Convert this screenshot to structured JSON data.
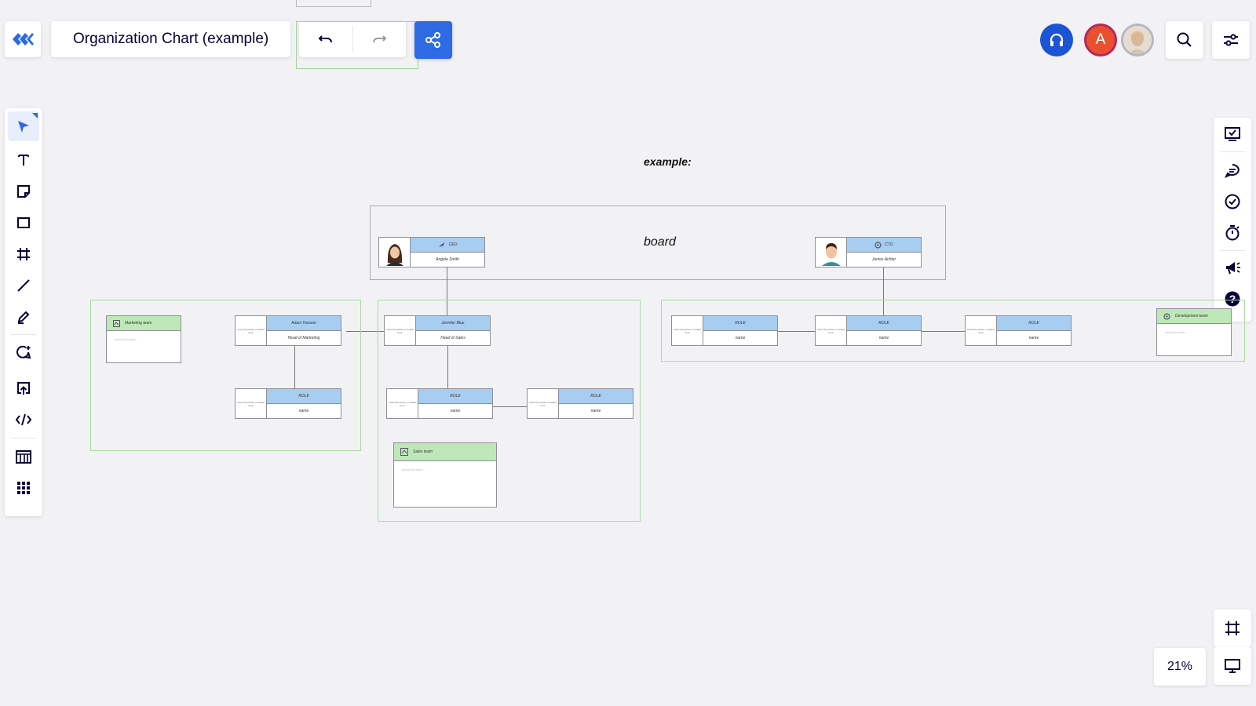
{
  "header": {
    "board_title": "Organization Chart (example)",
    "user_initial": "A"
  },
  "toolbar_left": {
    "tools": [
      "select-icon",
      "text-icon",
      "sticky-note-icon",
      "shape-icon",
      "frame-icon",
      "line-icon",
      "pen-icon",
      "comment-add-icon",
      "upload-icon",
      "embed-icon",
      "templates-icon",
      "apps-icon"
    ]
  },
  "toolbar_right": {
    "tools": [
      "activity-icon",
      "chat-icon",
      "check-icon",
      "timer-icon",
      "announce-icon",
      "help-icon"
    ]
  },
  "zoom": "21%",
  "canvas": {
    "heading": "example:",
    "board_frame": {
      "label": "board",
      "ceo": {
        "role": "CEO",
        "name": "Angela Smith"
      },
      "cto": {
        "role": "CTO",
        "name": "James Achter"
      }
    },
    "marketing": {
      "team_title": "Marketing team",
      "team_note": "about the team...",
      "head": {
        "role": "Adam Hanson",
        "name": "Head of Marketing",
        "photo_note": "insert the picture or avatar here"
      },
      "member": {
        "role": "ROLE",
        "name": "name",
        "photo_note": "insert the picture or avatar here"
      }
    },
    "sales": {
      "team_title": "Sales team",
      "team_note": "about the team...",
      "head": {
        "role": "Jennifer Blue",
        "name": "Head of Sales",
        "photo_note": "insert the picture or avatar here"
      },
      "member1": {
        "role": "ROLE",
        "name": "name",
        "photo_note": "insert the picture or avatar here"
      },
      "member2": {
        "role": "ROLE",
        "name": "name",
        "photo_note": "insert the picture or avatar here"
      }
    },
    "development": {
      "team_title": "Development team",
      "team_note": "about the team...",
      "members": [
        {
          "role": "ROLE",
          "name": "name",
          "photo_note": "insert the picture or avatar here"
        },
        {
          "role": "ROLE",
          "name": "name",
          "photo_note": "insert the picture or avatar here"
        },
        {
          "role": "ROLE",
          "name": "name",
          "photo_note": "insert the picture or avatar here"
        }
      ]
    }
  },
  "colors": {
    "accent": "#2d6ae3",
    "role_header": "#a7cdf1",
    "team_header": "#bfe8b9",
    "green_frame": "#a8dca1"
  }
}
